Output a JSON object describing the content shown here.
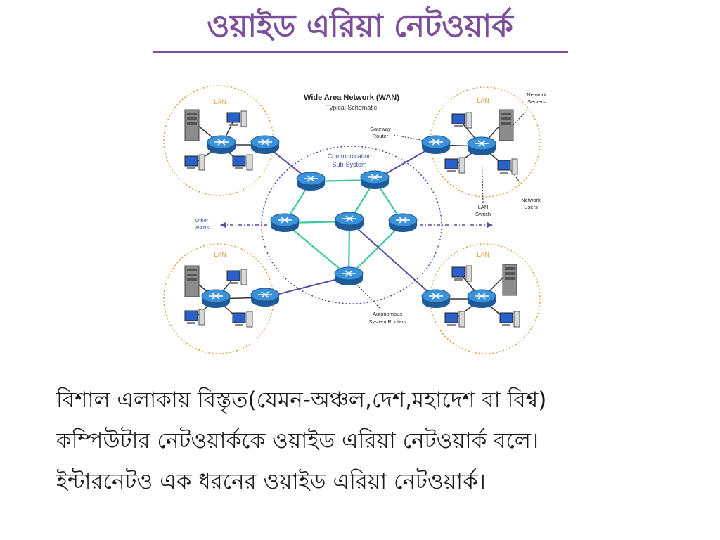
{
  "slide": {
    "title": "ওয়াইড এরিয়া নেটওয়ার্ক",
    "body_lines": [
      "বিশাল এলাকায় বিস্তৃত(যেমন-অঞ্চল,দেশ,মহাদেশ বা বিশ্ব)",
      "কম্পিউটার নেটওয়ার্ককে ওয়াইড এরিয়া নেটওয়ার্ক বলে।",
      "ইন্টারনেটও এক ধরনের ওয়াইড এরিয়া নেটওয়ার্ক।"
    ]
  },
  "diagram": {
    "title": "Wide Area Network (WAN)",
    "subtitle": "Typical Schematic",
    "lan_label": "LAN",
    "core_label_1": "Communication",
    "core_label_2": "Sub-System",
    "other_wans_1": "Other",
    "other_wans_2": "WANs",
    "gateway_1": "Gateway",
    "gateway_2": "Router",
    "servers_1": "Network",
    "servers_2": "Servers",
    "users_1": "Network",
    "users_2": "Users",
    "switch_1": "LAN",
    "switch_2": "Switch",
    "asr_1": "Autonomous",
    "asr_2": "System Routers"
  },
  "colors": {
    "title": "#7b4f9a",
    "lan_circle": "#e0a040",
    "core_circle": "#3f4fb0",
    "link_green": "#3ec8a0",
    "link_purple": "#5a4aa0",
    "router": "#2a78c0"
  }
}
